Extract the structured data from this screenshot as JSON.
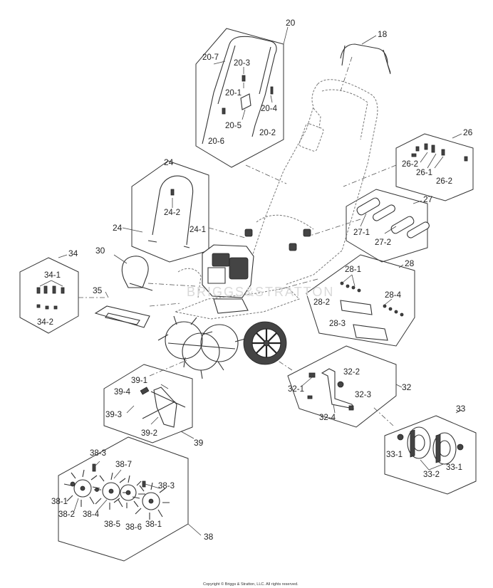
{
  "labels": {
    "g18": "18",
    "g20": "20",
    "l20_7": "20-7",
    "l20_3": "20-3",
    "l20_1": "20-1",
    "l20_4": "20-4",
    "l20_5": "20-5",
    "l20_6": "20-6",
    "l20_2": "20-2",
    "g24": "24",
    "l24_2": "24-2",
    "l24_1": "24-1",
    "g26": "26",
    "l26_2a": "26-2",
    "l26_1": "26-1",
    "l26_2b": "26-2",
    "g27": "27",
    "l27_1": "27-1",
    "l27_2": "27-2",
    "g28": "28",
    "l28_1": "28-1",
    "l28_2": "28-2",
    "l28_3": "28-3",
    "l28_4": "28-4",
    "g30": "30",
    "g32": "32",
    "l32_1": "32-1",
    "l32_2": "32-2",
    "l32_3": "32-3",
    "l32_4": "32-4",
    "g33": "33",
    "l33_1a": "33-1",
    "l33_2": "33-2",
    "l33_1b": "33-1",
    "g34": "34",
    "l34_1": "34-1",
    "l34_2": "34-2",
    "g35": "35",
    "g38": "38",
    "l38_3a": "38-3",
    "l38_7": "38-7",
    "l38_3b": "38-3",
    "l38_1a": "38-1",
    "l38_2": "38-2",
    "l38_4": "38-4",
    "l38_5": "38-5",
    "l38_6": "38-6",
    "l38_1b": "38-1",
    "g39": "39",
    "l39_1": "39-1",
    "l39_4": "39-4",
    "l39_3": "39-3",
    "l39_2": "39-2"
  },
  "watermark": "BRIGGS&STRATTON",
  "copyright": "Copyright © Briggs & Stratton, LLC. All rights reserved."
}
